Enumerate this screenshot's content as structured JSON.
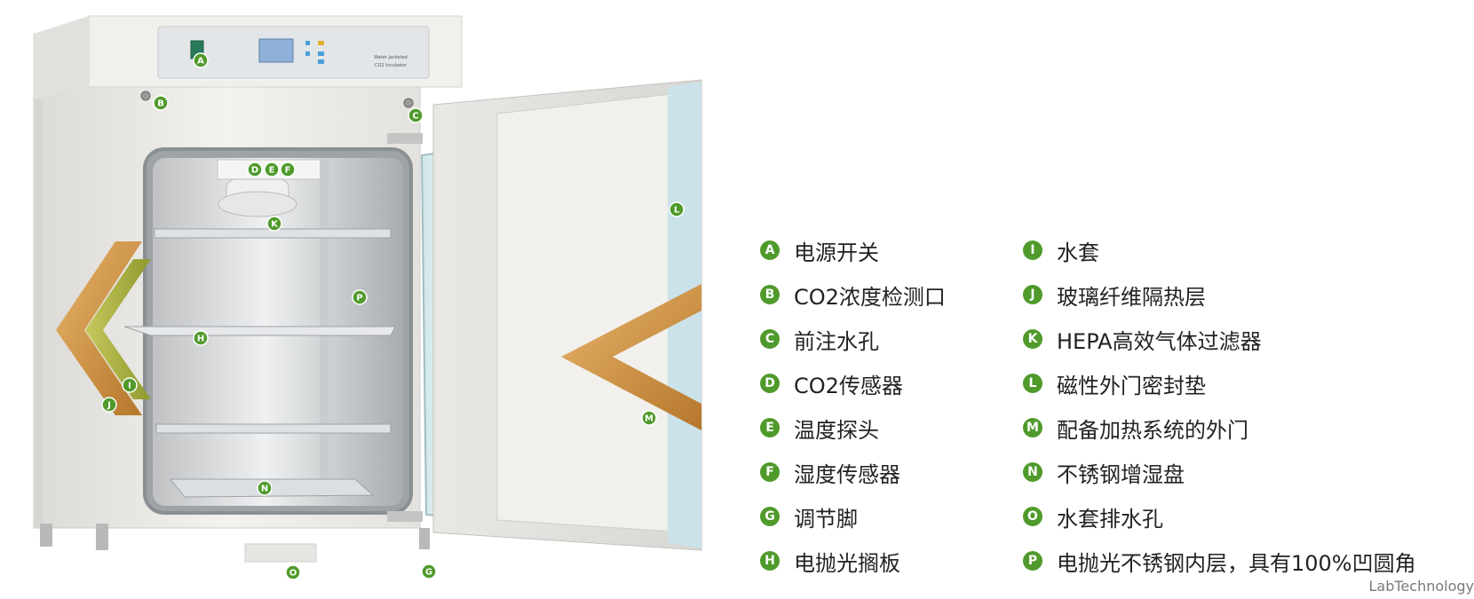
{
  "illustration": {
    "panel_text": [
      "Water Jacketed",
      "CO2 Incubator"
    ],
    "markers": [
      {
        "letter": "A"
      },
      {
        "letter": "B"
      },
      {
        "letter": "C"
      },
      {
        "letter": "D"
      },
      {
        "letter": "E"
      },
      {
        "letter": "F"
      },
      {
        "letter": "K"
      },
      {
        "letter": "L"
      },
      {
        "letter": "P"
      },
      {
        "letter": "H"
      },
      {
        "letter": "I"
      },
      {
        "letter": "J"
      },
      {
        "letter": "M"
      },
      {
        "letter": "N"
      },
      {
        "letter": "O"
      },
      {
        "letter": "G"
      }
    ]
  },
  "legend": {
    "left": [
      {
        "letter": "A",
        "label": "电源开关"
      },
      {
        "letter": "B",
        "label": "CO2浓度检测口"
      },
      {
        "letter": "C",
        "label": "前注水孔"
      },
      {
        "letter": "D",
        "label": "CO2传感器"
      },
      {
        "letter": "E",
        "label": "温度探头"
      },
      {
        "letter": "F",
        "label": "湿度传感器"
      },
      {
        "letter": "G",
        "label": "调节脚"
      },
      {
        "letter": "H",
        "label": "电抛光搁板"
      }
    ],
    "right": [
      {
        "letter": "I",
        "label": "水套"
      },
      {
        "letter": "J",
        "label": "玻璃纤维隔热层"
      },
      {
        "letter": "K",
        "label": "HEPA高效气体过滤器"
      },
      {
        "letter": "L",
        "label": "磁性外门密封垫"
      },
      {
        "letter": "M",
        "label": "配备加热系统的外门"
      },
      {
        "letter": "N",
        "label": "不锈钢增湿盘"
      },
      {
        "letter": "O",
        "label": "水套排水孔"
      },
      {
        "letter": "P",
        "label": "电抛光不锈钢内层，具有100%凹圆角"
      }
    ]
  },
  "credit": "LabTechnology",
  "colors": {
    "marker_green": "#4f9a2b",
    "cabinet": "#eeecea",
    "arrow_gold": "#c98a3a",
    "arrow_olive": "#9aa13a",
    "handle": "#3cc3c7"
  }
}
